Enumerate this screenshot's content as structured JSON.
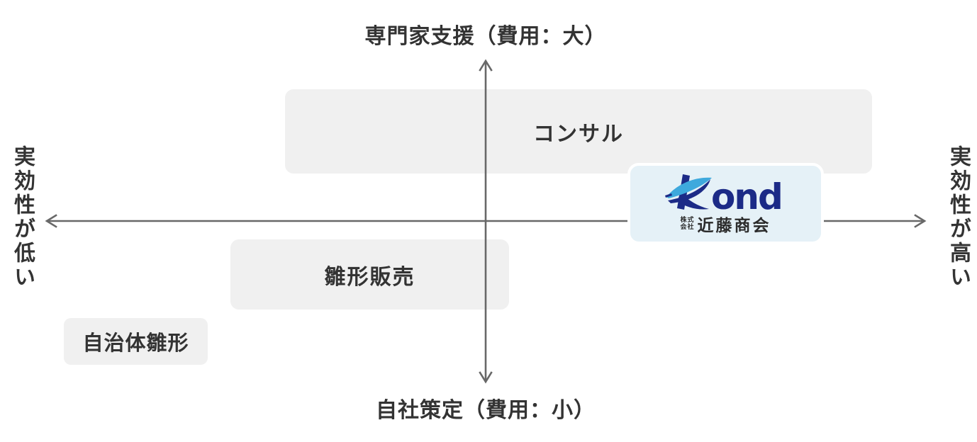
{
  "diagram": {
    "type": "quadrant-positioning-map",
    "axis": {
      "top_label": "専門家支援（費用：大）",
      "bottom_label": "自社策定（費用：小）",
      "left_label": "実効性が低い",
      "right_label": "実効性が高い"
    },
    "items": [
      {
        "label": "コンサル",
        "position": "upper half, wide band spanning both sides of vertical axis"
      },
      {
        "label": "雛形販売",
        "position": "lower left quadrant"
      },
      {
        "label": "自治体雛形",
        "position": "lower left corner"
      }
    ],
    "logo": {
      "brand": "Kond",
      "brand_suffix": "ond",
      "company_prefix_line1": "株式",
      "company_prefix_line2": "会社",
      "company_name": "近藤商会",
      "position": "right of center, on horizontal axis (high effectiveness side)"
    },
    "colors": {
      "background": "#ffffff",
      "box_bg": "#f0f0f0",
      "logo_card_bg": "#e5f1f7",
      "axis_line": "#686868",
      "label_text": "#333333",
      "brand_navy": "#1c2b87",
      "brand_lightblue": "#3ea9dd",
      "company_text": "#2b2b2b"
    }
  }
}
